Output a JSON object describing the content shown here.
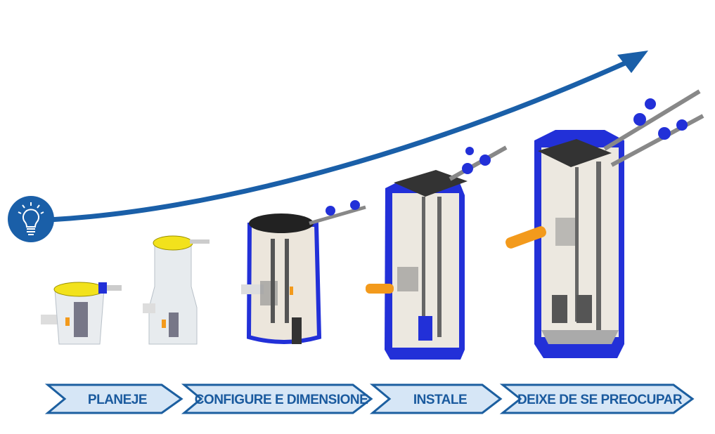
{
  "steps": [
    {
      "label": "PLANEJE"
    },
    {
      "label": "CONFIGURE E DIMENSIONE"
    },
    {
      "label": "INSTALE"
    },
    {
      "label": "DEIXE DE SE PREOCUPAR"
    }
  ],
  "icons": {
    "start": "lightbulb-icon",
    "end": "arrow-head-icon"
  },
  "colors": {
    "brand_blue": "#1a5fa8",
    "chevron_fill": "#d6e6f6",
    "chevron_stroke": "#1c5fa0",
    "tank_blue": "#2230d8",
    "lid_yellow": "#f2e21c",
    "pipe_orange": "#f39a1c"
  }
}
